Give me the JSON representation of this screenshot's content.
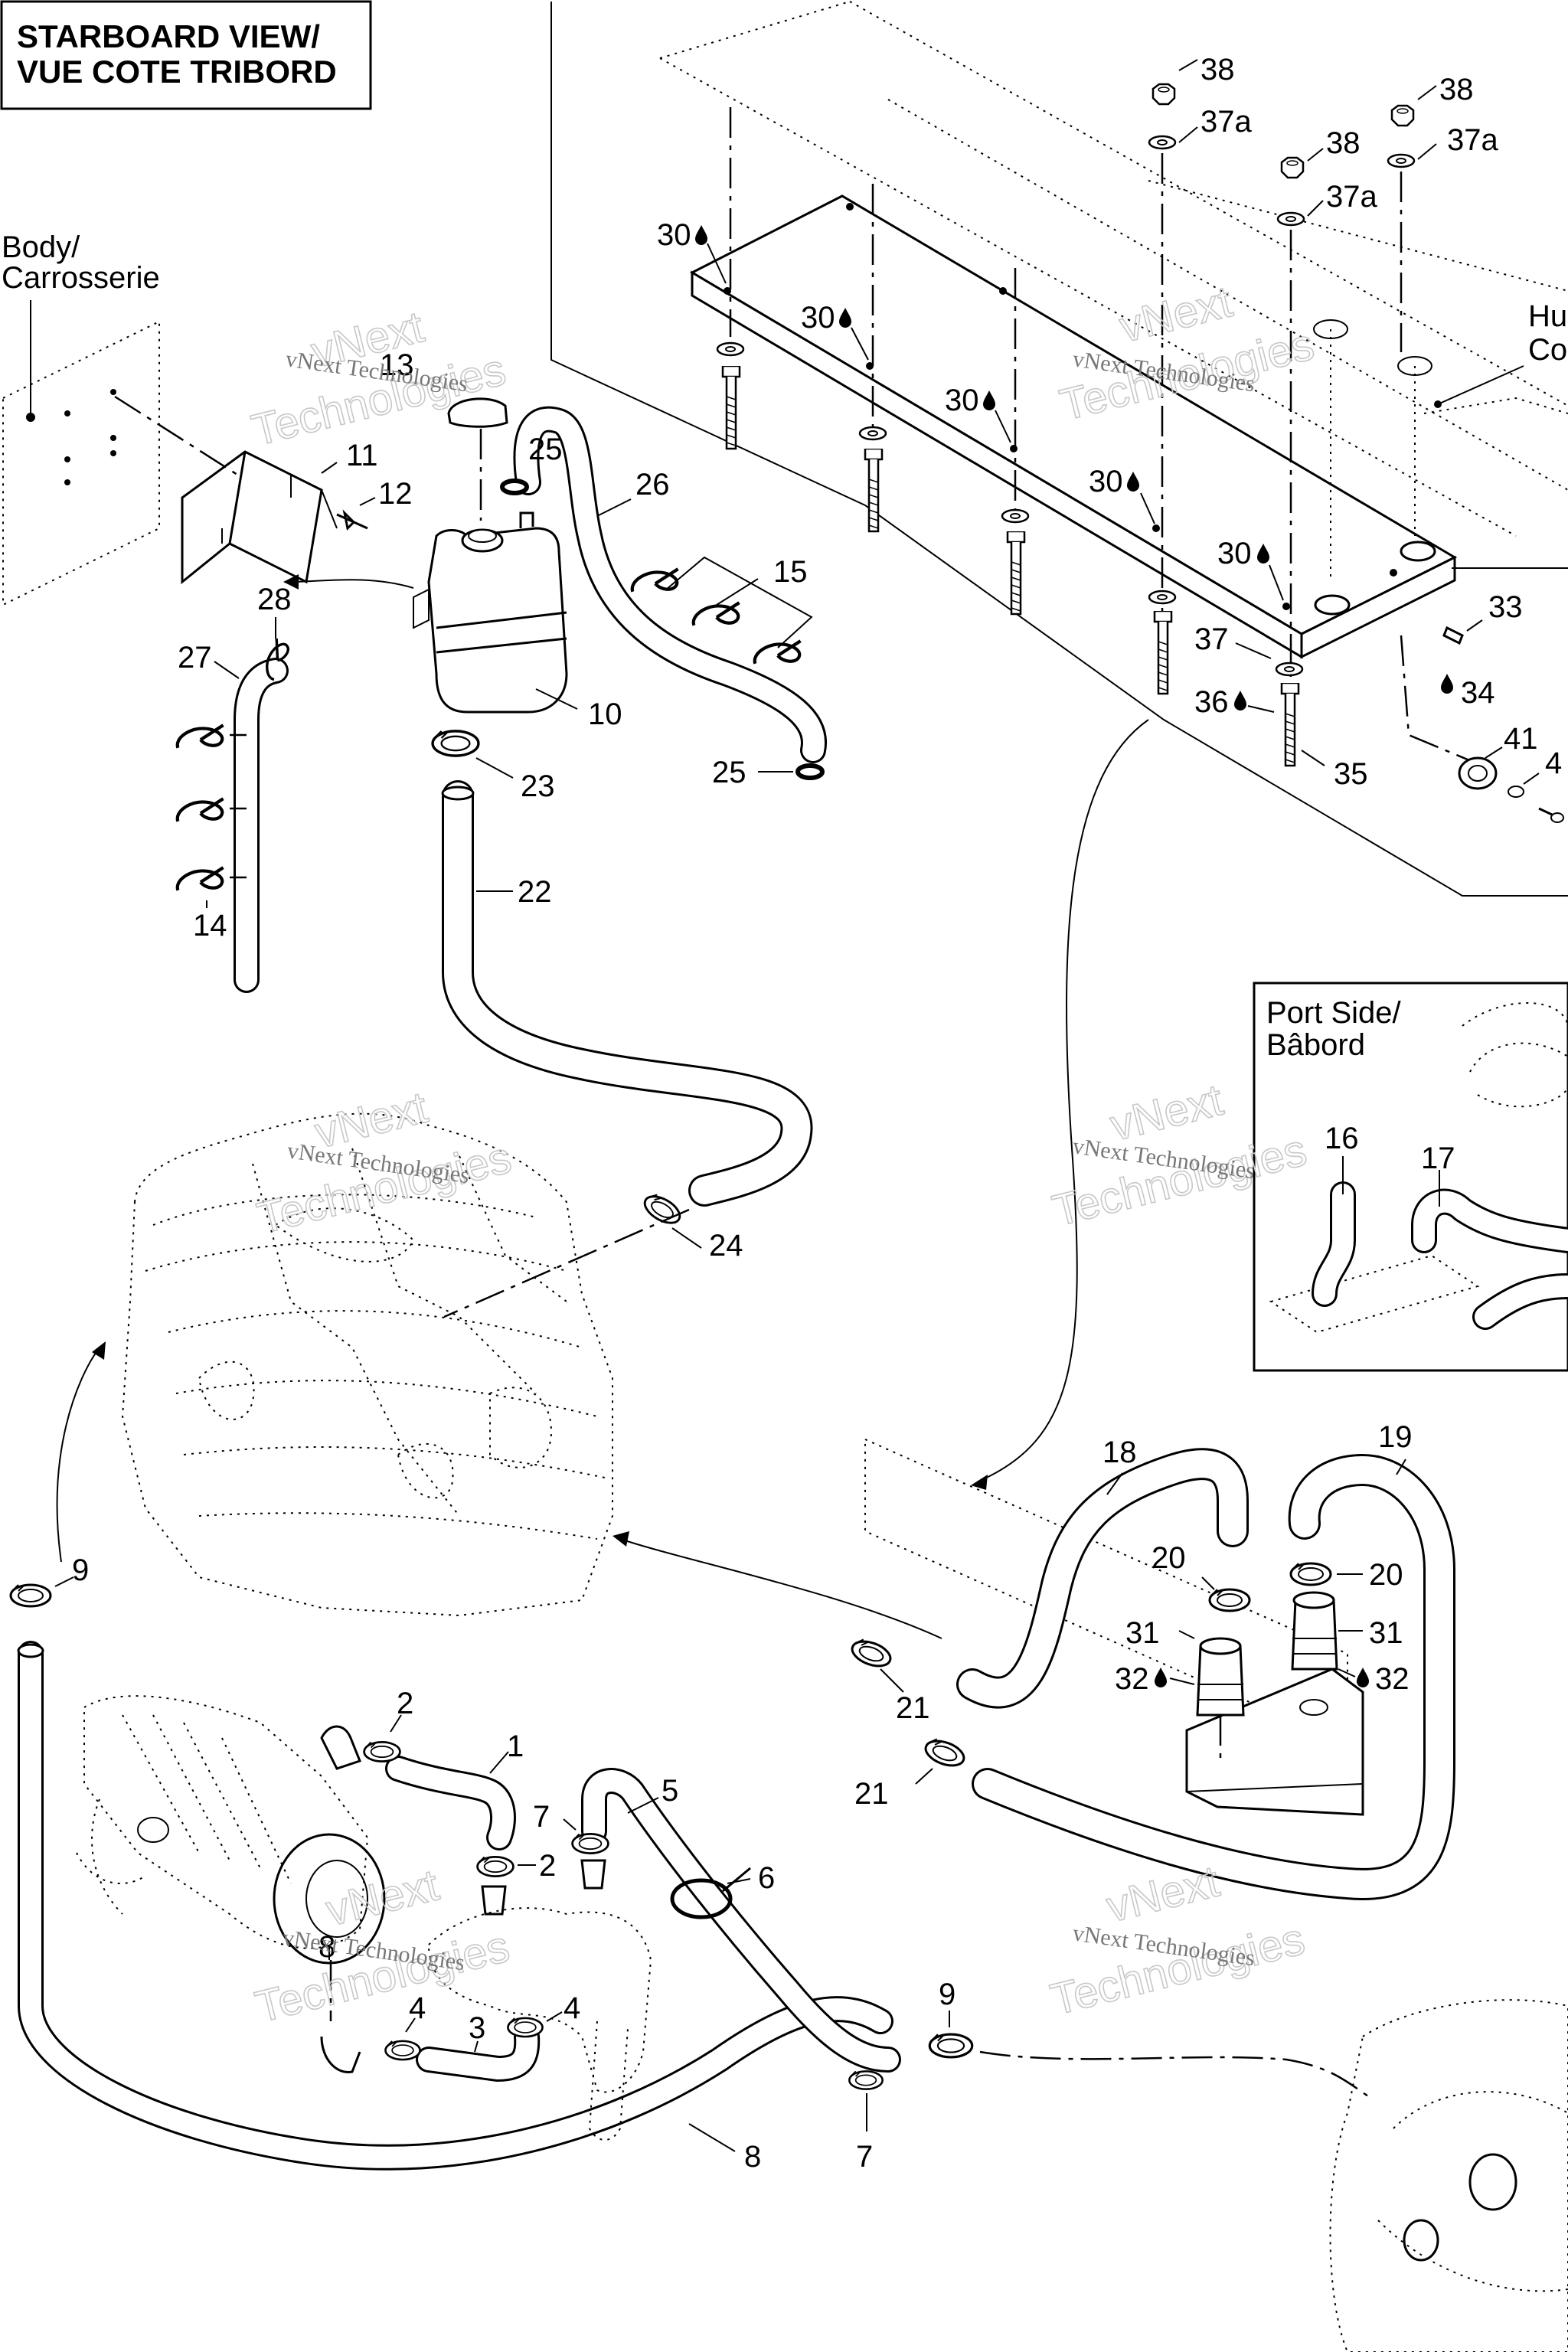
{
  "title": {
    "line1": "STARBOARD VIEW/",
    "line2": "VUE COTE TRIBORD"
  },
  "notes": {
    "body_line1": "Body/",
    "body_line2": "Carrosserie",
    "hull_line1": "Hu",
    "hull_line2": "Co"
  },
  "inset": {
    "title_line1": "Port Side/",
    "title_line2": "Bâbord"
  },
  "watermark": {
    "line1": "vNext",
    "line2": "Technologies",
    "small": "vNext Technologies"
  },
  "callouts": {
    "c1": "1",
    "c2a": "2",
    "c2b": "2",
    "c3": "3",
    "c4a": "4",
    "c4b": "4",
    "c5": "5",
    "c6": "6",
    "c7a": "7",
    "c7b": "7",
    "c8a": "8",
    "c8b": "8",
    "c9a": "9",
    "c9b": "9",
    "c10": "10",
    "c11": "11",
    "c12": "12",
    "c13": "13",
    "c14": "14",
    "c15": "15",
    "c16": "16",
    "c17": "17",
    "c18": "18",
    "c19": "19",
    "c20a": "20",
    "c20b": "20",
    "c21a": "21",
    "c21b": "21",
    "c22": "22",
    "c23": "23",
    "c24": "24",
    "c25a": "25",
    "c25b": "25",
    "c26": "26",
    "c27": "27",
    "c28": "28",
    "c30a": "30",
    "c30b": "30",
    "c30c": "30",
    "c30d": "30",
    "c30e": "30",
    "c31a": "31",
    "c31b": "31",
    "c32a": "32",
    "c32b": "32",
    "c33": "33",
    "c34": "34",
    "c35": "35",
    "c36": "36",
    "c37": "37",
    "c37a1": "37a",
    "c37a2": "37a",
    "c37a3": "37a",
    "c38a": "38",
    "c38b": "38",
    "c38c": "38",
    "c41": "41",
    "c4c": "4"
  },
  "colors": {
    "line": "#000000",
    "background": "#ffffff",
    "watermark": "#c8c8c8"
  },
  "icons": {
    "drop": "adhesive-drop-icon"
  }
}
